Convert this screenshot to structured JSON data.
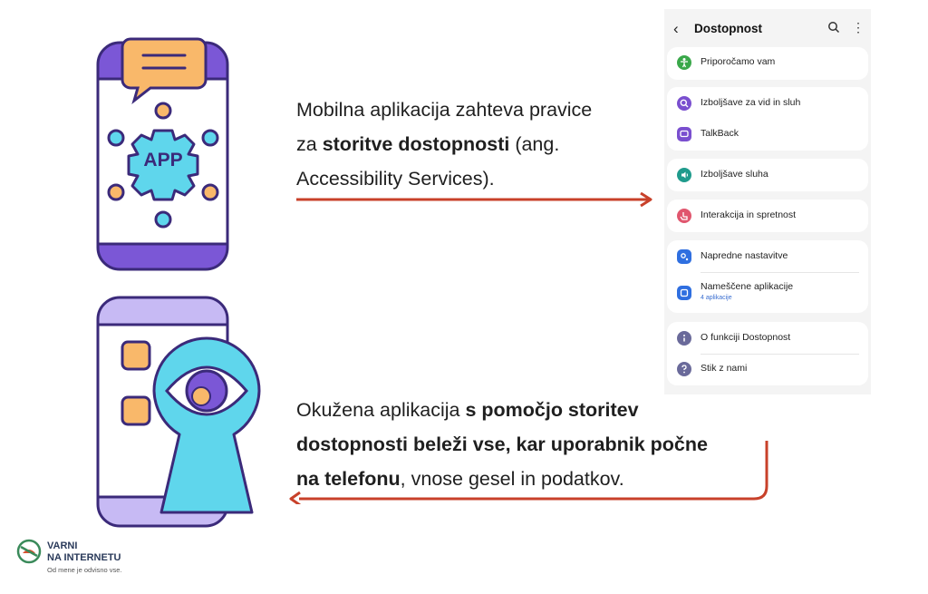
{
  "text_top": {
    "l1": "Mobilna aplikacija zahteva pravice",
    "l2_pre": "za ",
    "l2_bold": "storitve dostopnosti",
    "l2_post": " (ang.",
    "l3": "Accessibility Services)."
  },
  "text_bottom": {
    "l1_pre": "Okužena aplikacija ",
    "l1_bold": "s pomočjo storitev",
    "l2_bold": "dostopnosti beleži vse, kar uporabnik počne",
    "l3_bold": "na telefonu",
    "l3_post": ", vnose gesel in podatkov."
  },
  "illustration": {
    "app_badge": "APP"
  },
  "settings": {
    "title": "Dostopnost",
    "items": [
      {
        "label": "Priporočamo vam",
        "icon": "accessibility-person-icon",
        "color": "#3aa84a"
      },
      {
        "label": "Izboljšave za vid in sluh",
        "icon": "vision-magnifier-icon",
        "color": "#7a4fcf"
      },
      {
        "label": "TalkBack",
        "icon": "talkback-chat-icon",
        "color": "#7a4fcf"
      },
      {
        "label": "Izboljšave sluha",
        "icon": "hearing-speaker-icon",
        "color": "#1f9b8c"
      },
      {
        "label": "Interakcija in spretnost",
        "icon": "hand-pointer-icon",
        "color": "#e0566e"
      },
      {
        "label": "Napredne nastavitve",
        "icon": "advanced-gear-icon",
        "color": "#2f6fe0"
      },
      {
        "label": "Nameščene aplikacije",
        "sublabel": "4 aplikacije",
        "icon": "installed-apps-icon",
        "color": "#2f6fe0"
      },
      {
        "label": "O funkciji Dostopnost",
        "icon": "info-icon",
        "color": "#6a6a9a"
      },
      {
        "label": "Stik z nami",
        "icon": "help-question-icon",
        "color": "#6a6a9a"
      }
    ]
  },
  "brand": {
    "line1": "VARNI",
    "line2": "NA INTERNETU",
    "tagline": "Od mene je odvisno vse."
  },
  "colors": {
    "arrow": "#c8412a",
    "purple": "#7b57d6",
    "lilac": "#c7baf4",
    "cyan": "#5fd6ec",
    "orange": "#f9b86a",
    "outline": "#3b2a7a"
  }
}
